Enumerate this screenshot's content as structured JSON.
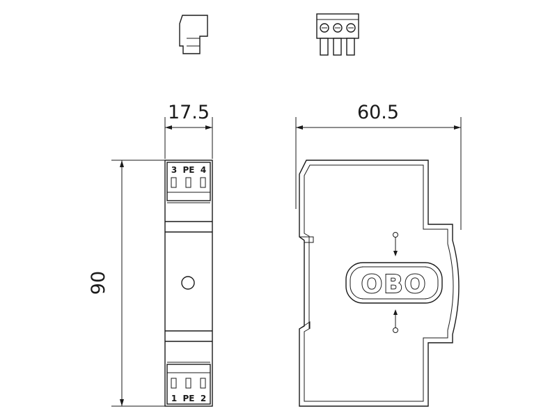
{
  "dimensions": {
    "width_side": "17.5",
    "width_front": "60.5",
    "height": "90"
  },
  "terminals": {
    "top": [
      "3",
      "PE",
      "4"
    ],
    "bottom": [
      "1",
      "PE",
      "2"
    ]
  },
  "logo": {
    "text": "OBO"
  }
}
